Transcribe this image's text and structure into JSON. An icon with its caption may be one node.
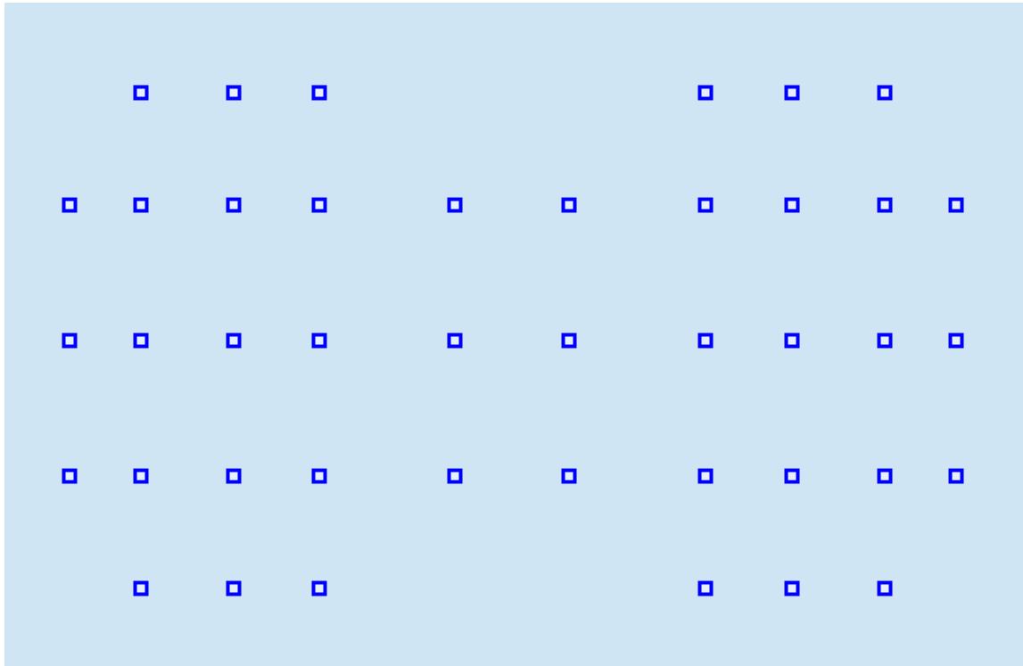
{
  "diagram": {
    "nodes": [
      {
        "text": [],
        "shape": "box"
      },
      {
        "text": [],
        "shape": "box"
      },
      {
        "text": [],
        "shape": "box"
      },
      {
        "text": [],
        "shape": "box"
      },
      {
        "text": [],
        "shape": "box"
      },
      {
        "text": [],
        "shape": "box"
      },
      {
        "text": [],
        "shape": "box"
      },
      {
        "text": [],
        "shape": "box"
      },
      {
        "text": [],
        "shape": "box"
      },
      {
        "text": [],
        "shape": "box"
      },
      {
        "text": [],
        "shape": "box"
      },
      {
        "text": [],
        "shape": "box"
      },
      {
        "text": [],
        "shape": "box"
      },
      {
        "text": [],
        "shape": "box"
      },
      {
        "text": [],
        "shape": "box"
      },
      {
        "text": [],
        "shape": "box"
      },
      {
        "text": [],
        "shape": "box"
      },
      {
        "text": [],
        "shape": "box"
      },
      {
        "text": [],
        "shape": "box"
      },
      {
        "text": [],
        "shape": "box"
      },
      {
        "text": [],
        "shape": "box"
      },
      {
        "text": [],
        "shape": "box"
      },
      {
        "text": [],
        "shape": "box"
      },
      {
        "text": [],
        "shape": "box"
      },
      {
        "text": [],
        "shape": "box"
      },
      {
        "text": [],
        "shape": "box"
      },
      {
        "text": [],
        "shape": "box"
      },
      {
        "text": [],
        "shape": "box"
      },
      {
        "text": [],
        "shape": "box"
      },
      {
        "text": [],
        "shape": "box"
      },
      {
        "text": [],
        "shape": "box"
      },
      {
        "text": [],
        "shape": "box"
      },
      {
        "text": [],
        "shape": "box"
      },
      {
        "text": [],
        "shape": "box"
      },
      {
        "text": [],
        "shape": "box"
      },
      {
        "text": [],
        "shape": "box"
      },
      {
        "text": [],
        "shape": "box"
      },
      {
        "text": [],
        "shape": "box"
      },
      {
        "text": [],
        "shape": "box"
      },
      {
        "text": [],
        "shape": "box"
      },
      {
        "text": [],
        "shape": "box"
      },
      {
        "text": [],
        "shape": "box"
      }
    ]
  }
}
